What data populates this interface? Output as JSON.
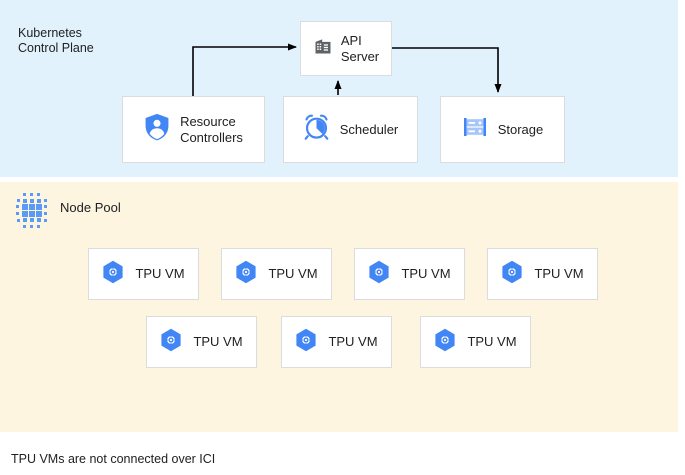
{
  "diagram": {
    "caption": "TPU VMs are not connected over ICI",
    "colors": {
      "control_plane_bg": "#e1f2fd",
      "node_pool_bg": "#fdf5e0",
      "box_bg": "#ffffff",
      "box_border": "#dadce0",
      "accent_blue": "#4285f4",
      "icon_gray": "#5f6368",
      "text": "#202124",
      "connector": "#000000"
    }
  },
  "control_plane": {
    "title": "Kubernetes\nControl Plane",
    "nodes": [
      {
        "id": "api-server",
        "label": "API\nServer",
        "icon": "building-icon"
      },
      {
        "id": "resource-controllers",
        "label": "Resource\nControllers",
        "icon": "shield-person-icon"
      },
      {
        "id": "scheduler",
        "label": "Scheduler",
        "icon": "alarm-clock-icon"
      },
      {
        "id": "storage",
        "label": "Storage",
        "icon": "server-rack-icon"
      }
    ],
    "connectors": [
      {
        "from": "resource-controllers",
        "to": "api-server",
        "direction": "right"
      },
      {
        "from": "scheduler",
        "to": "api-server",
        "direction": "up"
      },
      {
        "from": "api-server",
        "to": "storage",
        "direction": "down"
      }
    ]
  },
  "node_pool": {
    "title": "Node Pool",
    "icon": "dot-grid-icon",
    "rows": [
      {
        "vms": [
          {
            "label": "TPU VM",
            "icon": "tpu-hex-icon"
          },
          {
            "label": "TPU VM",
            "icon": "tpu-hex-icon"
          },
          {
            "label": "TPU VM",
            "icon": "tpu-hex-icon"
          },
          {
            "label": "TPU VM",
            "icon": "tpu-hex-icon"
          }
        ]
      },
      {
        "vms": [
          {
            "label": "TPU VM",
            "icon": "tpu-hex-icon"
          },
          {
            "label": "TPU VM",
            "icon": "tpu-hex-icon"
          },
          {
            "label": "TPU VM",
            "icon": "tpu-hex-icon"
          }
        ]
      }
    ]
  }
}
